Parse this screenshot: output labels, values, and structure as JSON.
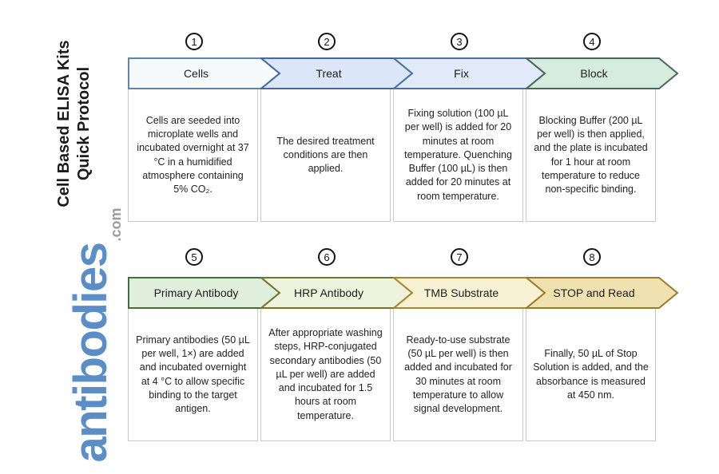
{
  "sidebar": {
    "title_line1": "Cell Based ELISA Kits",
    "title_line2": "Quick Protocol",
    "title_color": "#1b1b1b",
    "logo_text": "antibodies",
    "logo_suffix": ".com",
    "logo_color": "#5b8ec6",
    "logo_suffix_color": "#9b9b9b"
  },
  "steps": [
    {
      "number": "1",
      "label": "Cells",
      "description": "Cells are seeded into microplate wells and incubated overnight at 37 °C in a humidified atmosphere containing 5% CO₂.",
      "fill": "#f7fafc",
      "border": "#5c86ab"
    },
    {
      "number": "2",
      "label": "Treat",
      "description": "The desired treatment conditions are then applied.",
      "fill": "#dbe6f8",
      "border": "#41699f"
    },
    {
      "number": "3",
      "label": "Fix",
      "description": "Fixing solution (100 µL per well) is added for 20 minutes at room temperature. Quenching Buffer (100 µL) is then added for 20 minutes at room temperature.",
      "fill": "#e1eaf9",
      "border": "#4a70a0"
    },
    {
      "number": "4",
      "label": "Block",
      "description": "Blocking Buffer (200 µL per well) is then applied, and the plate is incubated for 1 hour at room temperature to reduce non-specific binding.",
      "fill": "#d6ecdf",
      "border": "#47685a"
    },
    {
      "number": "5",
      "label": "Primary Antibody",
      "description": "Primary antibodies (50 µL per well, 1×) are added and incubated overnight at 4 °C to allow specific binding to the target antigen.",
      "fill": "#e0efdc",
      "border": "#41703c"
    },
    {
      "number": "6",
      "label": "HRP Antibody",
      "description": "After appropriate washing steps, HRP-conjugated secondary antibodies (50 µL per well) are added and incubated for 1.5 hours at room temperature.",
      "fill": "#edf3dd",
      "border": "#71762f"
    },
    {
      "number": "7",
      "label": "TMB Substrate",
      "description": "Ready-to-use substrate (50 µL per well) is then added and incubated for 30 minutes at room temperature to allow signal development.",
      "fill": "#f7f2d4",
      "border": "#a8862f"
    },
    {
      "number": "8",
      "label": "STOP and Read",
      "description": "Finally, 50 µL of Stop Solution is added, and the absorbance is measured at 450 nm.",
      "fill": "#efe1b0",
      "border": "#9c7b28"
    }
  ]
}
